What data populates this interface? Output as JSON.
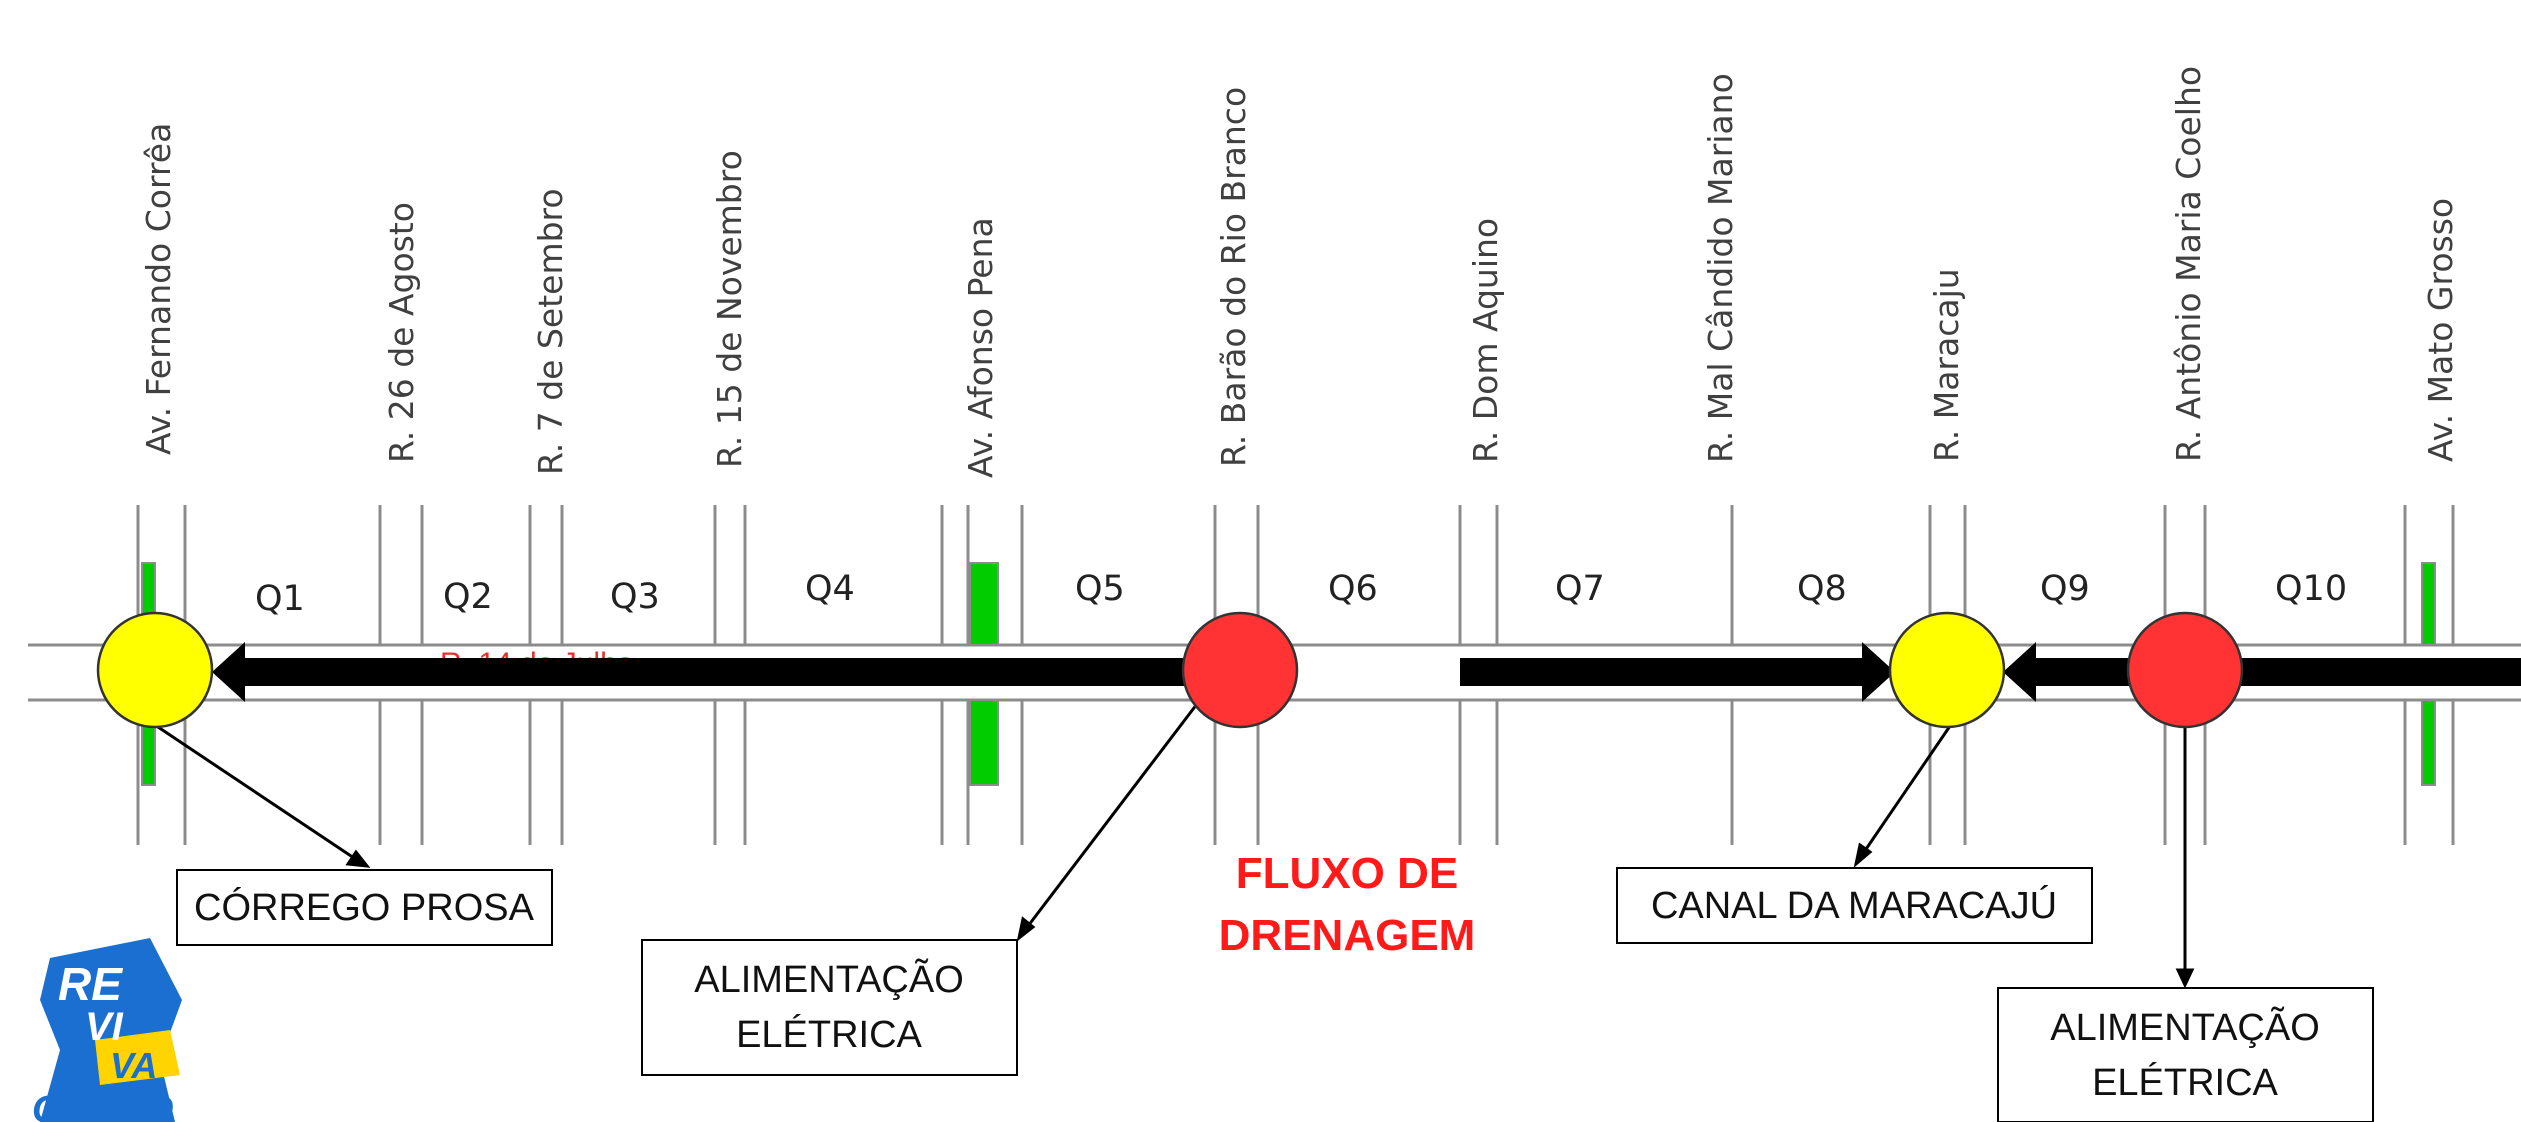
{
  "streets": [
    {
      "id": "fernando",
      "label": "Av. Fernando Corrêa"
    },
    {
      "id": "agosto",
      "label": "R. 26 de Agosto"
    },
    {
      "id": "setembro",
      "label": "R. 7 de Setembro"
    },
    {
      "id": "novembro",
      "label": "R. 15 de Novembro"
    },
    {
      "id": "afonso",
      "label": "Av. Afonso Pena"
    },
    {
      "id": "barao",
      "label": "R. Barão do Rio Branco"
    },
    {
      "id": "aquino",
      "label": "R. Dom Aquino"
    },
    {
      "id": "candido",
      "label": "R. Mal Cândido Mariano"
    },
    {
      "id": "maracaju",
      "label": "R. Maracaju"
    },
    {
      "id": "coelho",
      "label": "R. Antônio Maria  Coelho"
    },
    {
      "id": "matogrosso",
      "label": "Av. Mato Grosso"
    }
  ],
  "blocks": [
    "Q1",
    "Q2",
    "Q3",
    "Q4",
    "Q5",
    "Q6",
    "Q7",
    "Q8",
    "Q9",
    "Q10"
  ],
  "points": [
    {
      "id": "p1",
      "type": "discharge",
      "color": "#ffff00"
    },
    {
      "id": "p2",
      "type": "power",
      "color": "#ff3333"
    },
    {
      "id": "p3",
      "type": "discharge",
      "color": "#ffff00"
    },
    {
      "id": "p4",
      "type": "power",
      "color": "#ff3333"
    }
  ],
  "callouts": {
    "corrego": "CÓRREGO PROSA",
    "alimentacao_1": [
      "ALIMENTAÇÃO",
      "ELÉTRICA"
    ],
    "canal": "CANAL DA MARACAJÚ",
    "alimentacao_2": [
      "ALIMENTAÇÃO",
      "ELÉTRICA"
    ]
  },
  "flow_label": [
    "FLUXO DE",
    "DRENAGEM"
  ],
  "faded_road_label": "R. 14 de Julho",
  "logo": {
    "line1": "RE",
    "line2": "VI",
    "line3": "VA",
    "line4": "CAMPO"
  },
  "colors": {
    "discharge_point": "#ffff00",
    "power_point": "#ff3333",
    "median_green": "#00cc00",
    "flow_text": "#ff1a1a",
    "arrow": "#000000"
  }
}
